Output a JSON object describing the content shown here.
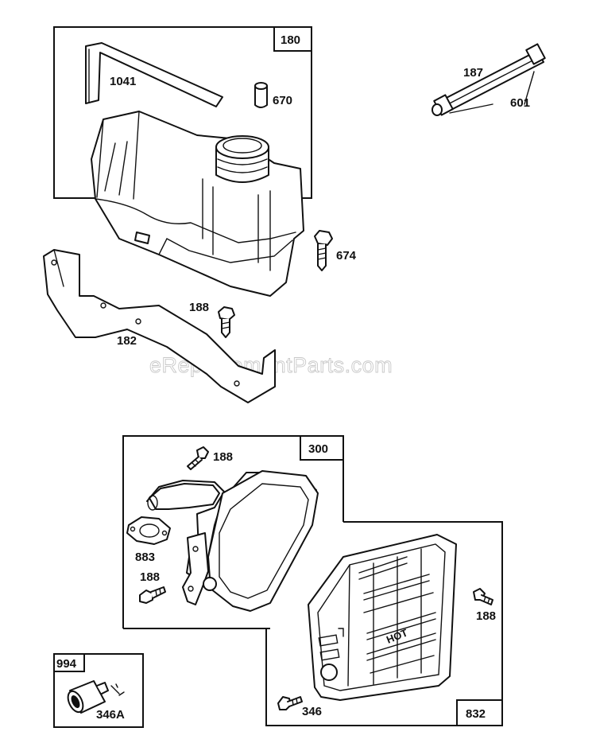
{
  "watermark": "eReplacementParts.com",
  "boxes": {
    "fuel_tank_kit": "180",
    "muffler_kit": "300",
    "muffler_guard_kit": "832",
    "terminal_kit": "994"
  },
  "labels": {
    "tank_strap": "1041",
    "fuel_tank_spacer": "670",
    "fuel_line": "187",
    "fuel_line_clamp": "601",
    "tank_screw": "674",
    "bracket_screw": "188",
    "tank_bracket": "182",
    "muffler_screw_top": "188",
    "muffler_gasket": "883",
    "muffler_screw_left": "188",
    "guard_screw_right": "188",
    "terminal": "346A",
    "guard_screw_bottom": "346"
  },
  "guard_text": "HOT"
}
